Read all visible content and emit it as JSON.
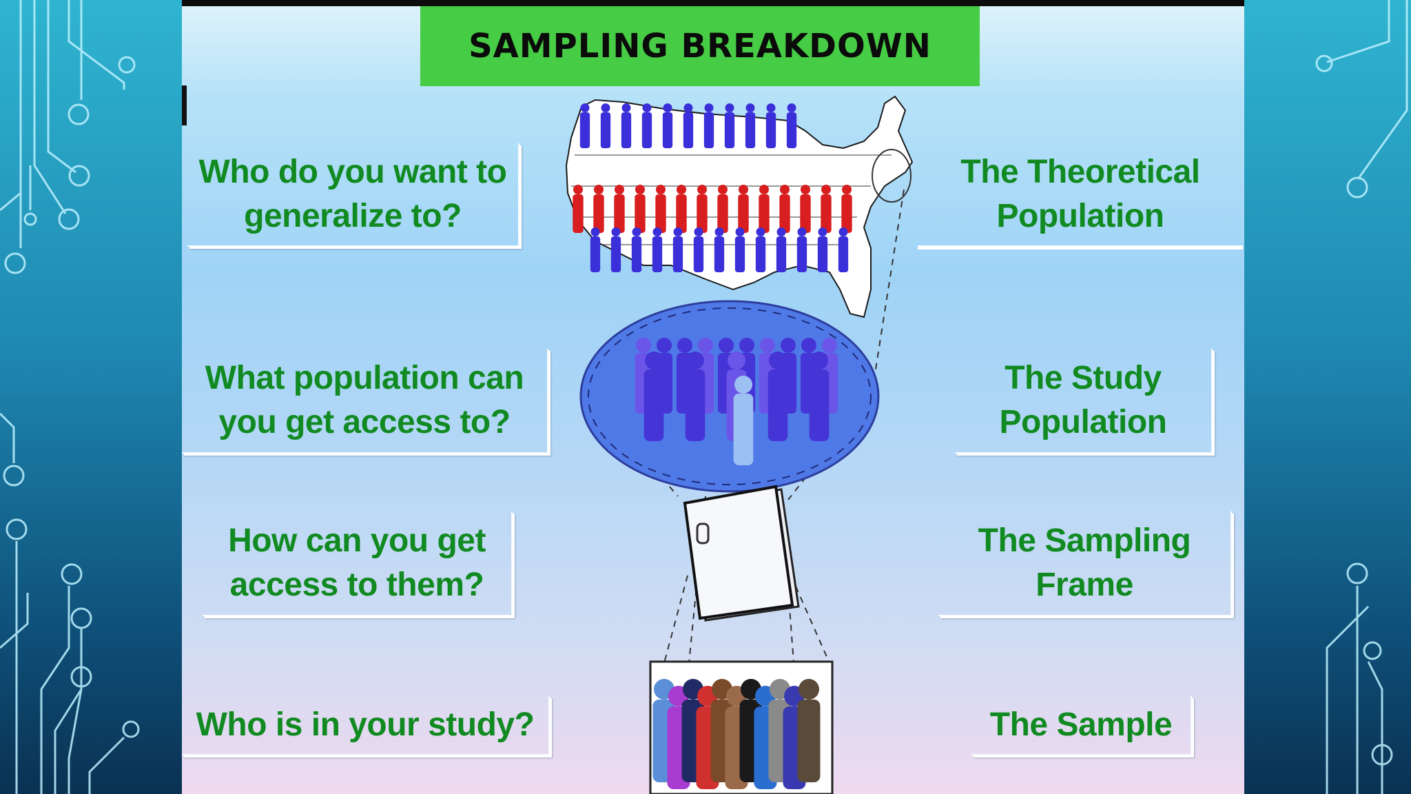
{
  "slide": {
    "title": "SAMPLING BREAKDOWN",
    "questions": [
      "Who do you want to\ngeneralize to?",
      "What population can\nyou get access to?",
      "How can you get\naccess to them?",
      "Who is in your study?"
    ],
    "answers": [
      "The Theoretical\nPopulation",
      "The Study\nPopulation",
      "The Sampling\nFrame",
      "The Sample"
    ]
  },
  "colors": {
    "title_background": "#46cc45",
    "label_text": "#118a21",
    "figure_red": "#d81e1e",
    "figure_blue": "#3a2fd8",
    "oval_fill": "#3f6fdb"
  },
  "icons": [
    "us-map-people-icon",
    "crowd-oval-icon",
    "sampling-frame-paper-icon",
    "sample-people-group-icon",
    "circuit-decoration-icon"
  ]
}
